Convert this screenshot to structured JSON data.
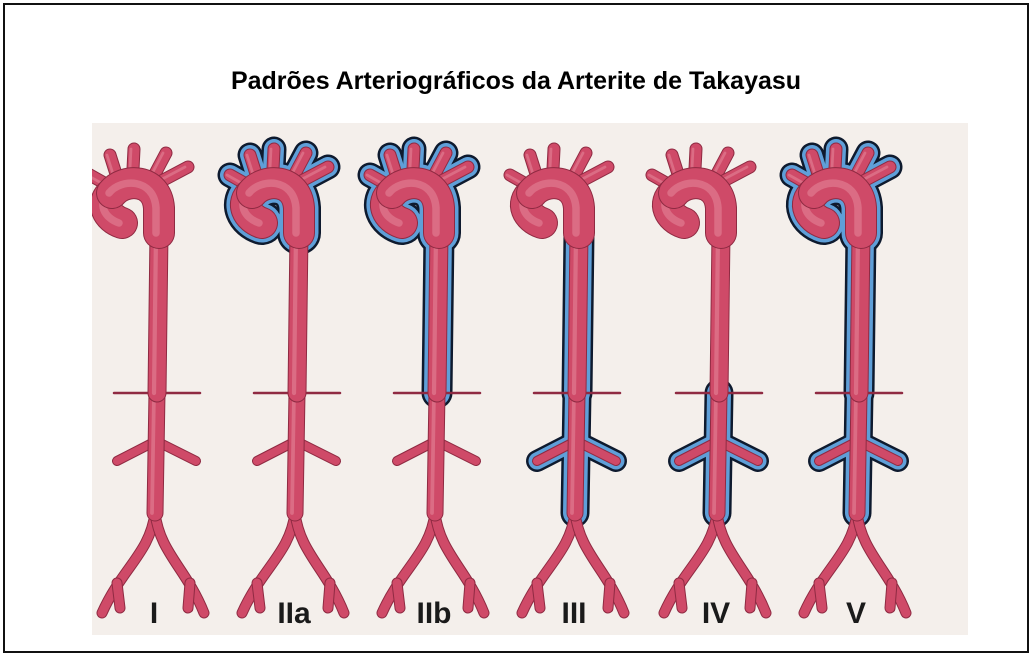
{
  "title": "Padrões Arteriográficos da Arterite de Takayasu",
  "patterns": [
    {
      "label": "I",
      "involved": []
    },
    {
      "label": "IIa",
      "involved": [
        "arch-branches",
        "ascending-aorta",
        "aortic-arch"
      ]
    },
    {
      "label": "IIb",
      "involved": [
        "arch-branches",
        "ascending-aorta",
        "aortic-arch",
        "thoracic-descending-aorta"
      ]
    },
    {
      "label": "III",
      "involved": [
        "thoracic-descending-aorta",
        "abdominal-aorta",
        "renal-arteries"
      ]
    },
    {
      "label": "IV",
      "involved": [
        "abdominal-aorta",
        "renal-arteries"
      ]
    },
    {
      "label": "V",
      "involved": [
        "arch-branches",
        "ascending-aorta",
        "aortic-arch",
        "thoracic-descending-aorta",
        "abdominal-aorta",
        "renal-arteries"
      ]
    }
  ],
  "colors": {
    "artery": "#cf4a68",
    "artery_dark": "#8f2a42",
    "artery_light": "#e6889b",
    "involved": "#5f9fd8",
    "involved_outline": "#0e1a2e",
    "background": "#f4efeb"
  }
}
